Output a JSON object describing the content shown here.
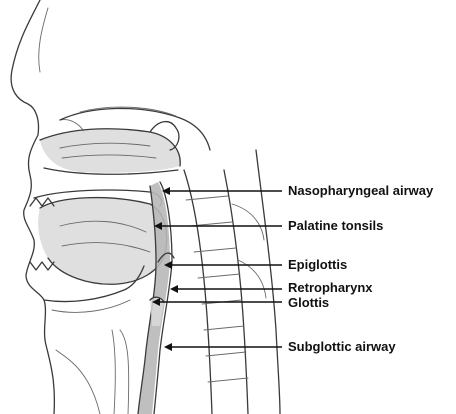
{
  "labels": {
    "nasopharyngeal": "Nasopharyngeal airway",
    "palatine": "Palatine tonsils",
    "epiglottis": "Epiglottis",
    "retropharynx": "Retropharynx",
    "glottis": "Glottis",
    "subglottic": "Subglottic airway"
  },
  "colors": {
    "ink": "#111111",
    "sketch": "#3a3a3a",
    "shading": "#d9d9d9",
    "highlight": "#8a8a8a"
  }
}
